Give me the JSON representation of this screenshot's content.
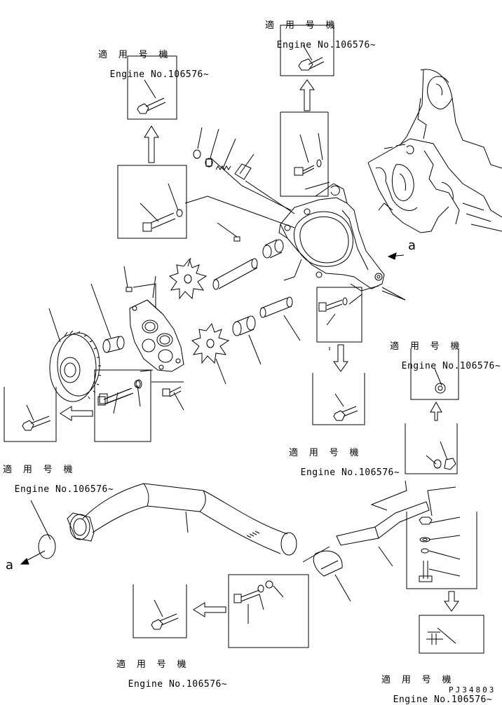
{
  "applicability_note": {
    "line1": "適 用 号 機",
    "line2": "Engine No.106576~"
  },
  "notes": [
    {
      "id": "note-top-center"
    },
    {
      "id": "note-top-left"
    },
    {
      "id": "note-right-middle"
    },
    {
      "id": "note-center-middle"
    },
    {
      "id": "note-left-middle"
    },
    {
      "id": "note-bottom-center"
    },
    {
      "id": "note-bottom-right"
    }
  ],
  "view_marks": {
    "upper": "a",
    "lower": "a"
  },
  "drawing_code": "PJ34803"
}
